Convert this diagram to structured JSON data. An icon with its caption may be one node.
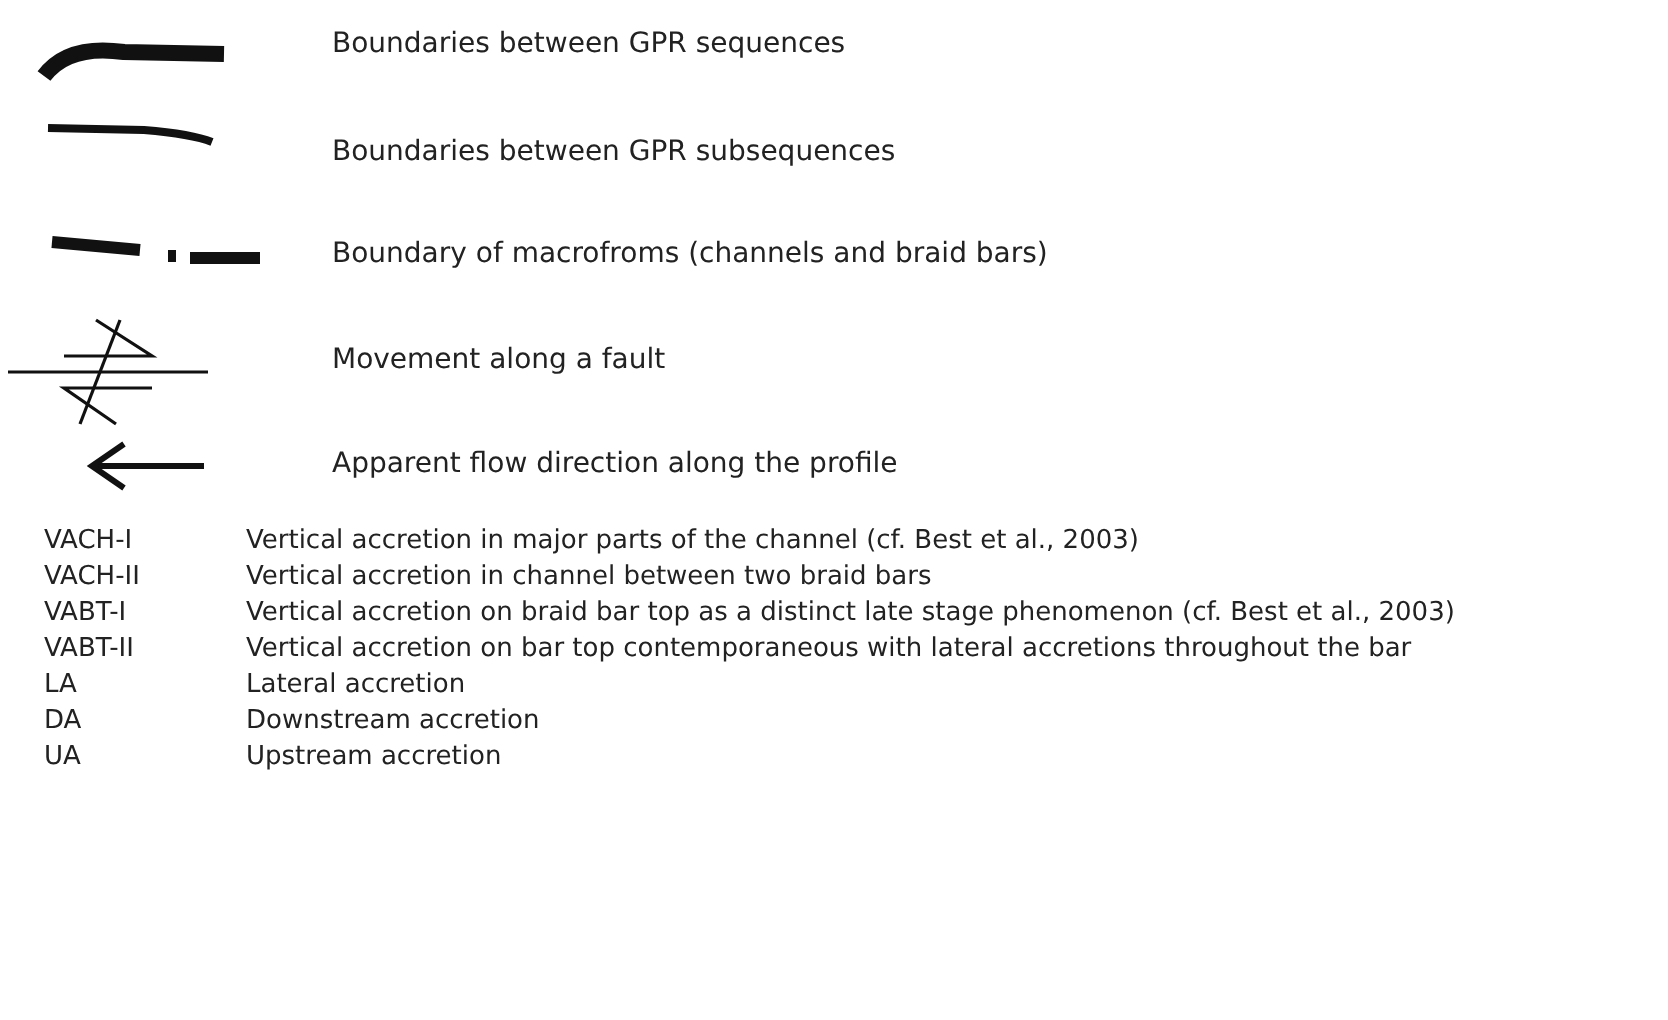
{
  "diagram": {
    "legend": [
      {
        "text": "Boundaries between GPR sequences"
      },
      {
        "text": "Boundaries between GPR subsequences"
      },
      {
        "text": "Boundary of macrofroms (channels and braid bars)"
      },
      {
        "text": "Movement along a fault"
      },
      {
        "text": "Apparent flow direction along the profile"
      }
    ],
    "labels": [
      "VACH-I",
      "Vertical accretion in major parts of the channel (cf. Best et al., 2003)",
      "VACH-II",
      "Vertical accretion in channel between two braid bars",
      "VABT-I",
      "Vertical accretion on braid bar top as a distinct late stage phenomenon (cf. Best et al., 2003)",
      "VABT-II",
      "Vertical accretion on bar top contemporaneous with lateral accretions throughout the bar",
      "LA",
      "Lateral accretion",
      "DA",
      "Downstream accretion",
      "UA",
      "Upstream accretion"
    ]
  }
}
